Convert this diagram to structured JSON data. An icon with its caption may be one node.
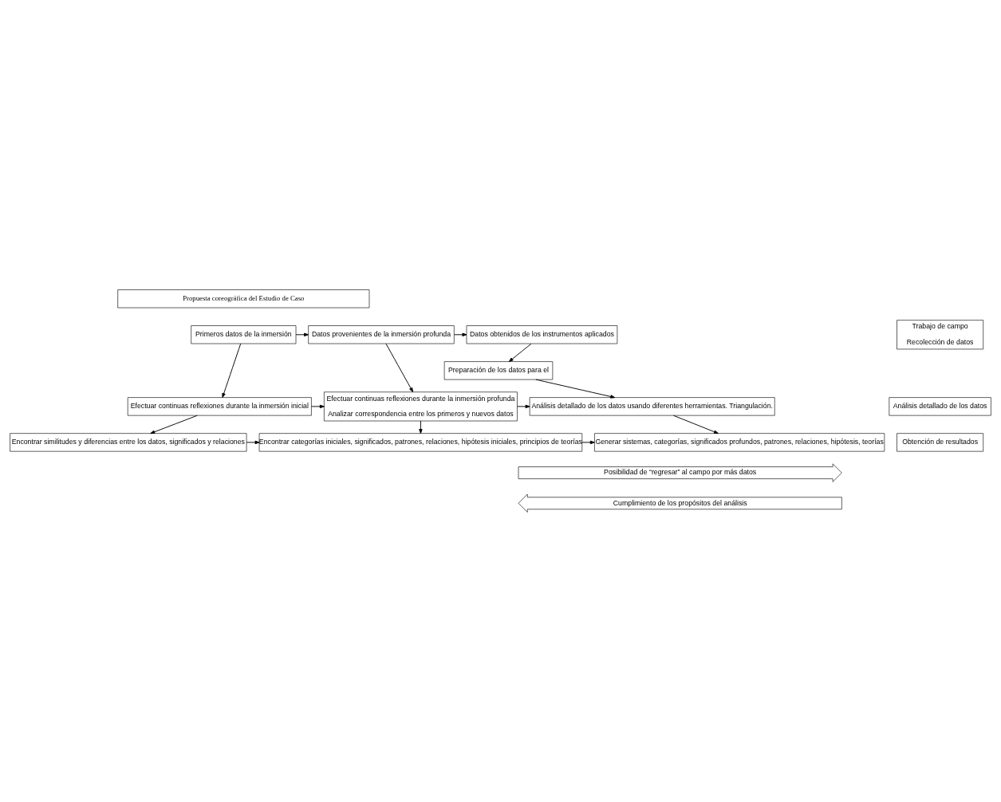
{
  "diagram": {
    "nodes": [
      {
        "text": [
          "Propuesta coreográfica del Estudio de Caso"
        ]
      },
      {
        "text": [
          "Trabajo de campo",
          "Recolección de datos"
        ]
      },
      {
        "text": [
          "Primeros datos de la inmersión"
        ]
      },
      {
        "text": [
          "Datos provenientes de la inmersión profunda"
        ]
      },
      {
        "text": [
          "Datos obtenidos de los instrumentos aplicados"
        ]
      },
      {
        "text": [
          "Análisis detallado de los datos"
        ]
      },
      {
        "text": [
          "Efectuar continuas reflexiones durante la inmersión inicial"
        ]
      },
      {
        "text": [
          "Efectuar continuas reflexiones durante la inmersión profunda",
          "Analizar correspondencia entre los primeros y nuevos datos"
        ]
      },
      {
        "text": [
          "Preparación de los datos para el"
        ]
      },
      {
        "text": [
          "Análisis detallado de los datos usando diferentes herramientas. Triangulación."
        ]
      },
      {
        "text": [
          "Obtención de resultados"
        ]
      },
      {
        "text": [
          "Encontrar similitudes y diferencias entre los datos, significados y relaciones"
        ]
      },
      {
        "text": [
          "Encontrar categorías iniciales, significados, patrones, relaciones, hipótesis iniciales, principios de teorías"
        ]
      },
      {
        "text": [
          "Generar sistemas, categorías, significados profundos, patrones, relaciones, hipótesis, teorías"
        ]
      },
      {
        "text": [
          "Posibilidad de “regresar” al campo por más datos"
        ]
      },
      {
        "text": [
          "Cumplimiento de los propósitos del análisis"
        ]
      }
    ],
    "edges": [
      {
        "from": 2,
        "to": 3,
        "arrow": "to"
      },
      {
        "from": 3,
        "to": 4,
        "arrow": "to"
      },
      {
        "from": 2,
        "to": 6,
        "arrow": "to"
      },
      {
        "from": 3,
        "to": 7,
        "arrow": "to"
      },
      {
        "from": 4,
        "to": 8,
        "arrow": "to"
      },
      {
        "from": 8,
        "to": 9,
        "arrow": "to"
      },
      {
        "from": 6,
        "to": 7,
        "arrow": "to"
      },
      {
        "from": 7,
        "to": 9,
        "arrow": "to"
      },
      {
        "from": 6,
        "to": 11,
        "arrow": "to"
      },
      {
        "from": 7,
        "to": 12,
        "arrow": "to"
      },
      {
        "from": 9,
        "to": 13,
        "arrow": "to"
      },
      {
        "from": 11,
        "to": 12,
        "arrow": "to"
      },
      {
        "from": 12,
        "to": 13,
        "arrow": "to"
      }
    ]
  }
}
